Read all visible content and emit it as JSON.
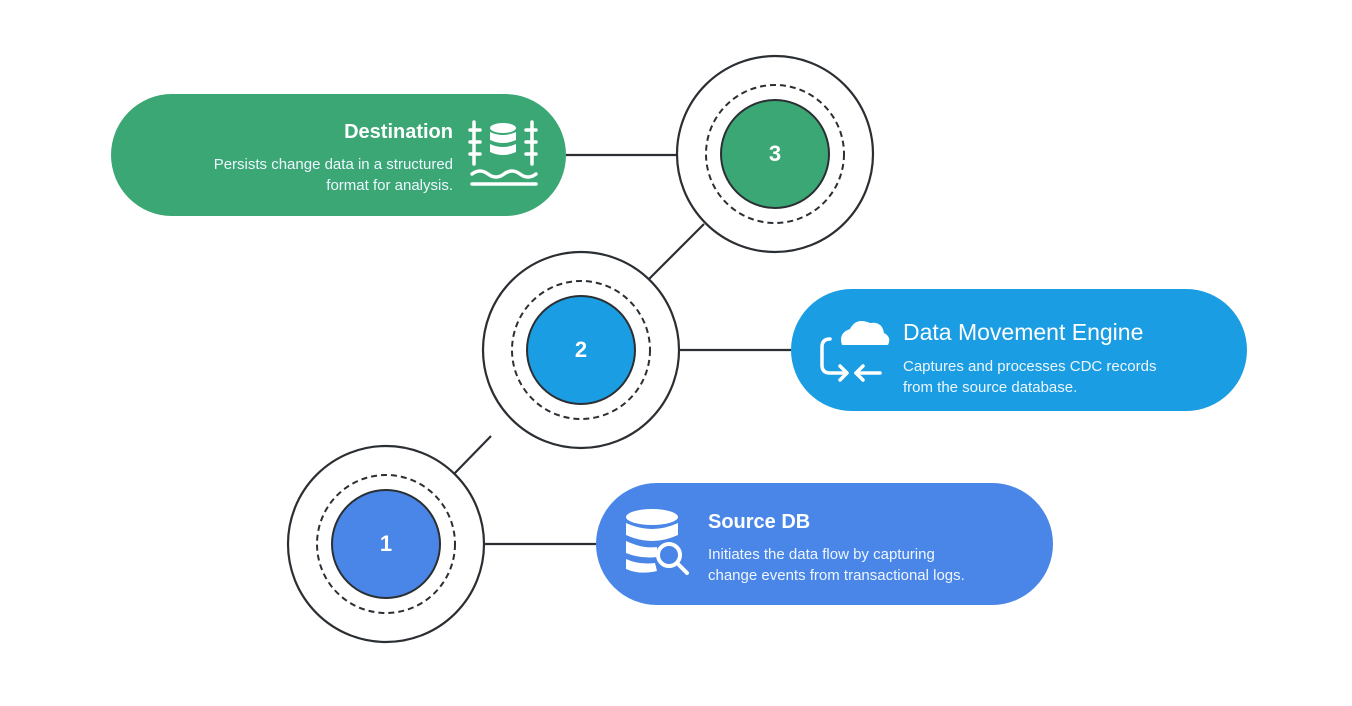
{
  "colors": {
    "destination": "#3aa774",
    "engine": "#1a9de2",
    "source": "#4a86e8",
    "connector": "#2b2f33",
    "background": "#ffffff"
  },
  "steps": [
    {
      "number": "1",
      "title": "Source DB",
      "description_lines": [
        "Initiates the data flow by capturing",
        "change events from transactional logs."
      ],
      "icon": "database-search-icon"
    },
    {
      "number": "2",
      "title": "Data Movement Engine",
      "description_lines": [
        "Captures and processes CDC records",
        "from the source database."
      ],
      "icon": "cloud-sync-icon"
    },
    {
      "number": "3",
      "title": "Destination",
      "description_lines": [
        "Persists change data in a structured",
        "format for analysis."
      ],
      "icon": "data-warehouse-icon"
    }
  ]
}
